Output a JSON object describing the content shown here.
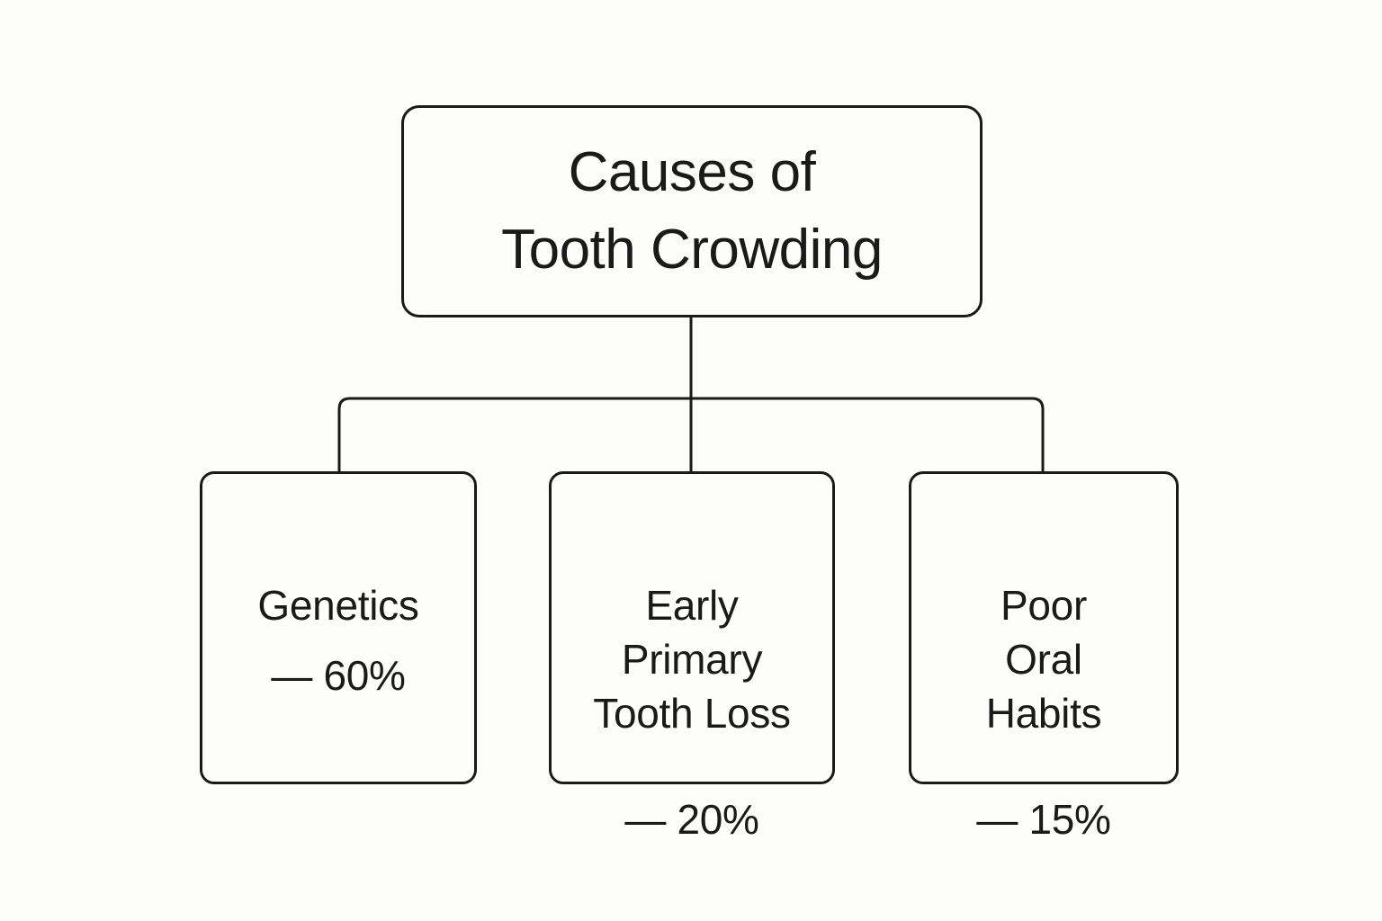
{
  "diagram": {
    "type": "hierarchy-tree",
    "orientation": "top-down",
    "background_color": "#fdfdfc",
    "stroke_color": "#1a1a1a",
    "text_color": "#1a1a1a",
    "root": {
      "title": "Causes of\nTooth Crowding"
    },
    "children": [
      {
        "label": "Genetics",
        "share": "— 60%",
        "percent": 60
      },
      {
        "label": "Early\nPrimary\nTooth Loss",
        "share": "— 20%",
        "percent": 20
      },
      {
        "label": "Poor\nOral\nHabits",
        "share": "— 15%",
        "percent": 15
      }
    ]
  }
}
